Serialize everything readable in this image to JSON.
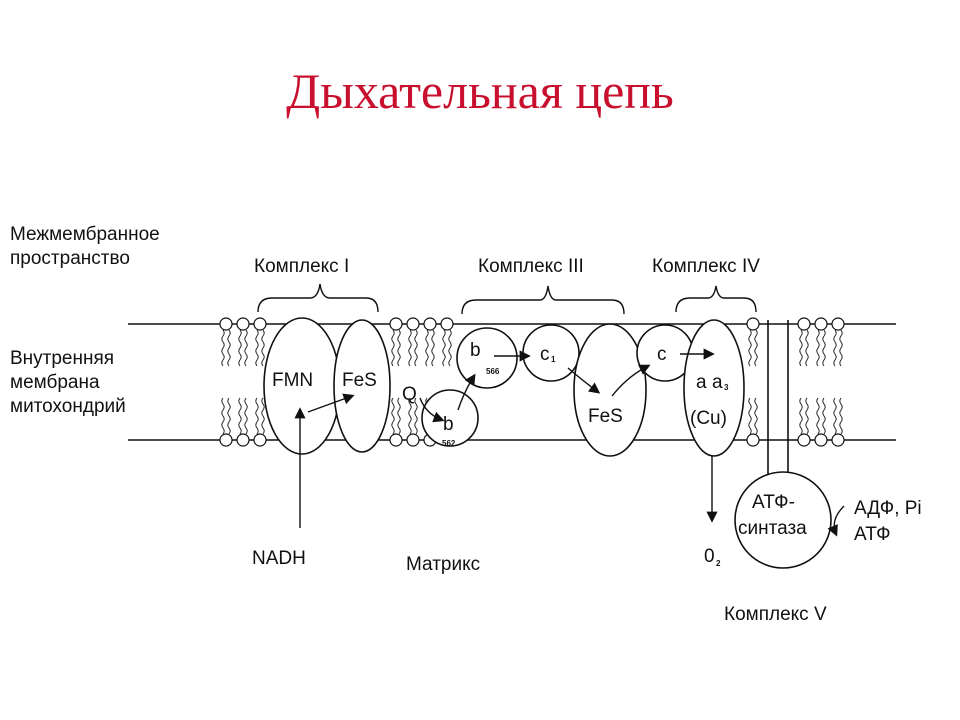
{
  "title": "Дыхательная цепь",
  "labels": {
    "intermembrane_line1": "Межмембранное",
    "intermembrane_line2": "пространство",
    "inner_membrane_line1": "Внутренняя",
    "inner_membrane_line2": "мембрана",
    "inner_membrane_line3": "митохондрий",
    "complex_1": "Комплекс I",
    "complex_3": "Комплекс III",
    "complex_4": "Комплекс IV",
    "complex_5": "Комплекс V",
    "matrix": "Матрикс",
    "nadh": "NADH"
  },
  "molecules": {
    "fmn": "FMN",
    "fes_1": "FeS",
    "q": "Q",
    "b566": "b",
    "b566_sub": "566",
    "b562": "b",
    "b562_sub": "562",
    "c1": "c",
    "c1_sub": "1",
    "fes_3": "FeS",
    "c": "c",
    "aa3_a": "a",
    "aa3_a3": "a",
    "aa3_sub": "3",
    "cu": "(Cu)",
    "o2": "0",
    "o2_sub": "2",
    "atp_synthase_line1": "АТФ-",
    "atp_synthase_line2": "синтаза",
    "adp_pi": "АДФ, Pi",
    "atp": "АТФ"
  },
  "colors": {
    "title": "#c8102e",
    "line": "#111111"
  }
}
